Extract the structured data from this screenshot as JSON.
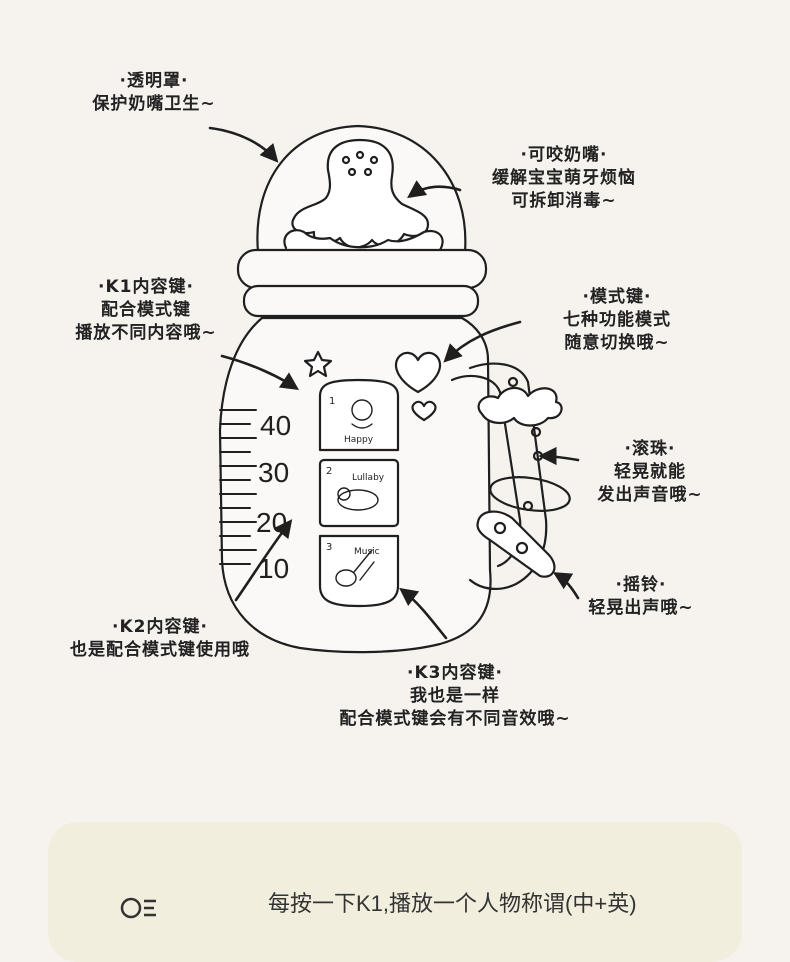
{
  "annotations": {
    "cover": {
      "title": "·透明罩·",
      "lines": [
        "保护奶嘴卫生~"
      ]
    },
    "nipple": {
      "title": "·可咬奶嘴·",
      "lines": [
        "缓解宝宝萌牙烦恼",
        "可拆卸消毒~"
      ]
    },
    "k1": {
      "title": "·K1内容键·",
      "lines": [
        "配合模式键",
        "播放不同内容哦~"
      ]
    },
    "mode": {
      "title": "·模式键·",
      "lines": [
        "七种功能模式",
        "随意切换哦~"
      ]
    },
    "beads": {
      "title": "·滚珠·",
      "lines": [
        "轻晃就能",
        "发出声音哦~"
      ]
    },
    "k2": {
      "title": "·K2内容键·",
      "lines": [
        "也是配合模式键使用哦"
      ]
    },
    "rattle": {
      "title": "·摇铃·",
      "lines": [
        "轻晃出声哦~"
      ]
    },
    "k3": {
      "title": "·K3内容键·",
      "lines": [
        "我也是一样",
        "配合模式键会有不同音效哦~"
      ]
    }
  },
  "bottle": {
    "scale_marks": [
      "40",
      "30",
      "20",
      "10"
    ],
    "buttons": [
      {
        "number": "1",
        "caption": "Happy"
      },
      {
        "number": "2",
        "caption": "Lullaby"
      },
      {
        "number": "3",
        "caption": "Music"
      }
    ]
  },
  "info_panel": {
    "text": "每按一下K1,播放一个人物称谓(中+英)",
    "icon": "list-icon"
  },
  "colors": {
    "background": "#f6f2ee",
    "line": "#1f1f1f",
    "panel": "#f2eedd"
  }
}
